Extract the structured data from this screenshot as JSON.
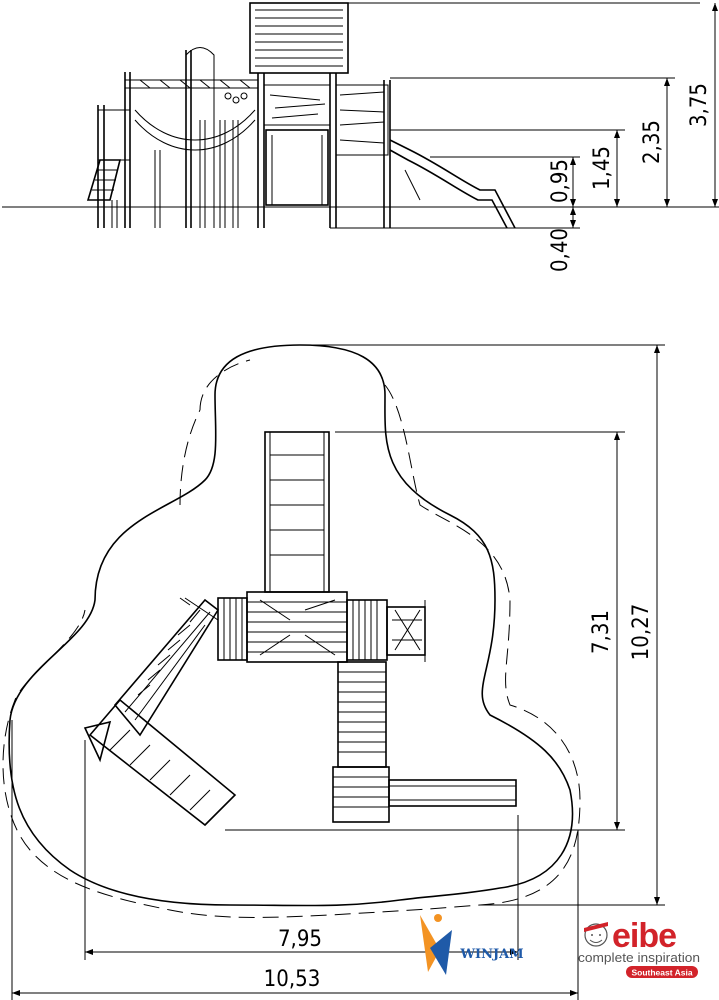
{
  "elevation": {
    "heights": [
      "3,75",
      "2,35",
      "1,45",
      "0,95",
      "0,40"
    ]
  },
  "plan": {
    "depth_overall": "10,27",
    "depth_inner": "7,31",
    "width_inner": "7,95",
    "width_overall": "10,53"
  },
  "branding": {
    "winjam_logo": "WINJAM",
    "eibe_logo": "eibe",
    "tagline": "complete inspiration",
    "region_badge": "Southeast Asia",
    "colors": {
      "eibe_red": "#d2232a",
      "winjam_blue": "#1f5aa8",
      "winjam_orange": "#f39323"
    }
  }
}
